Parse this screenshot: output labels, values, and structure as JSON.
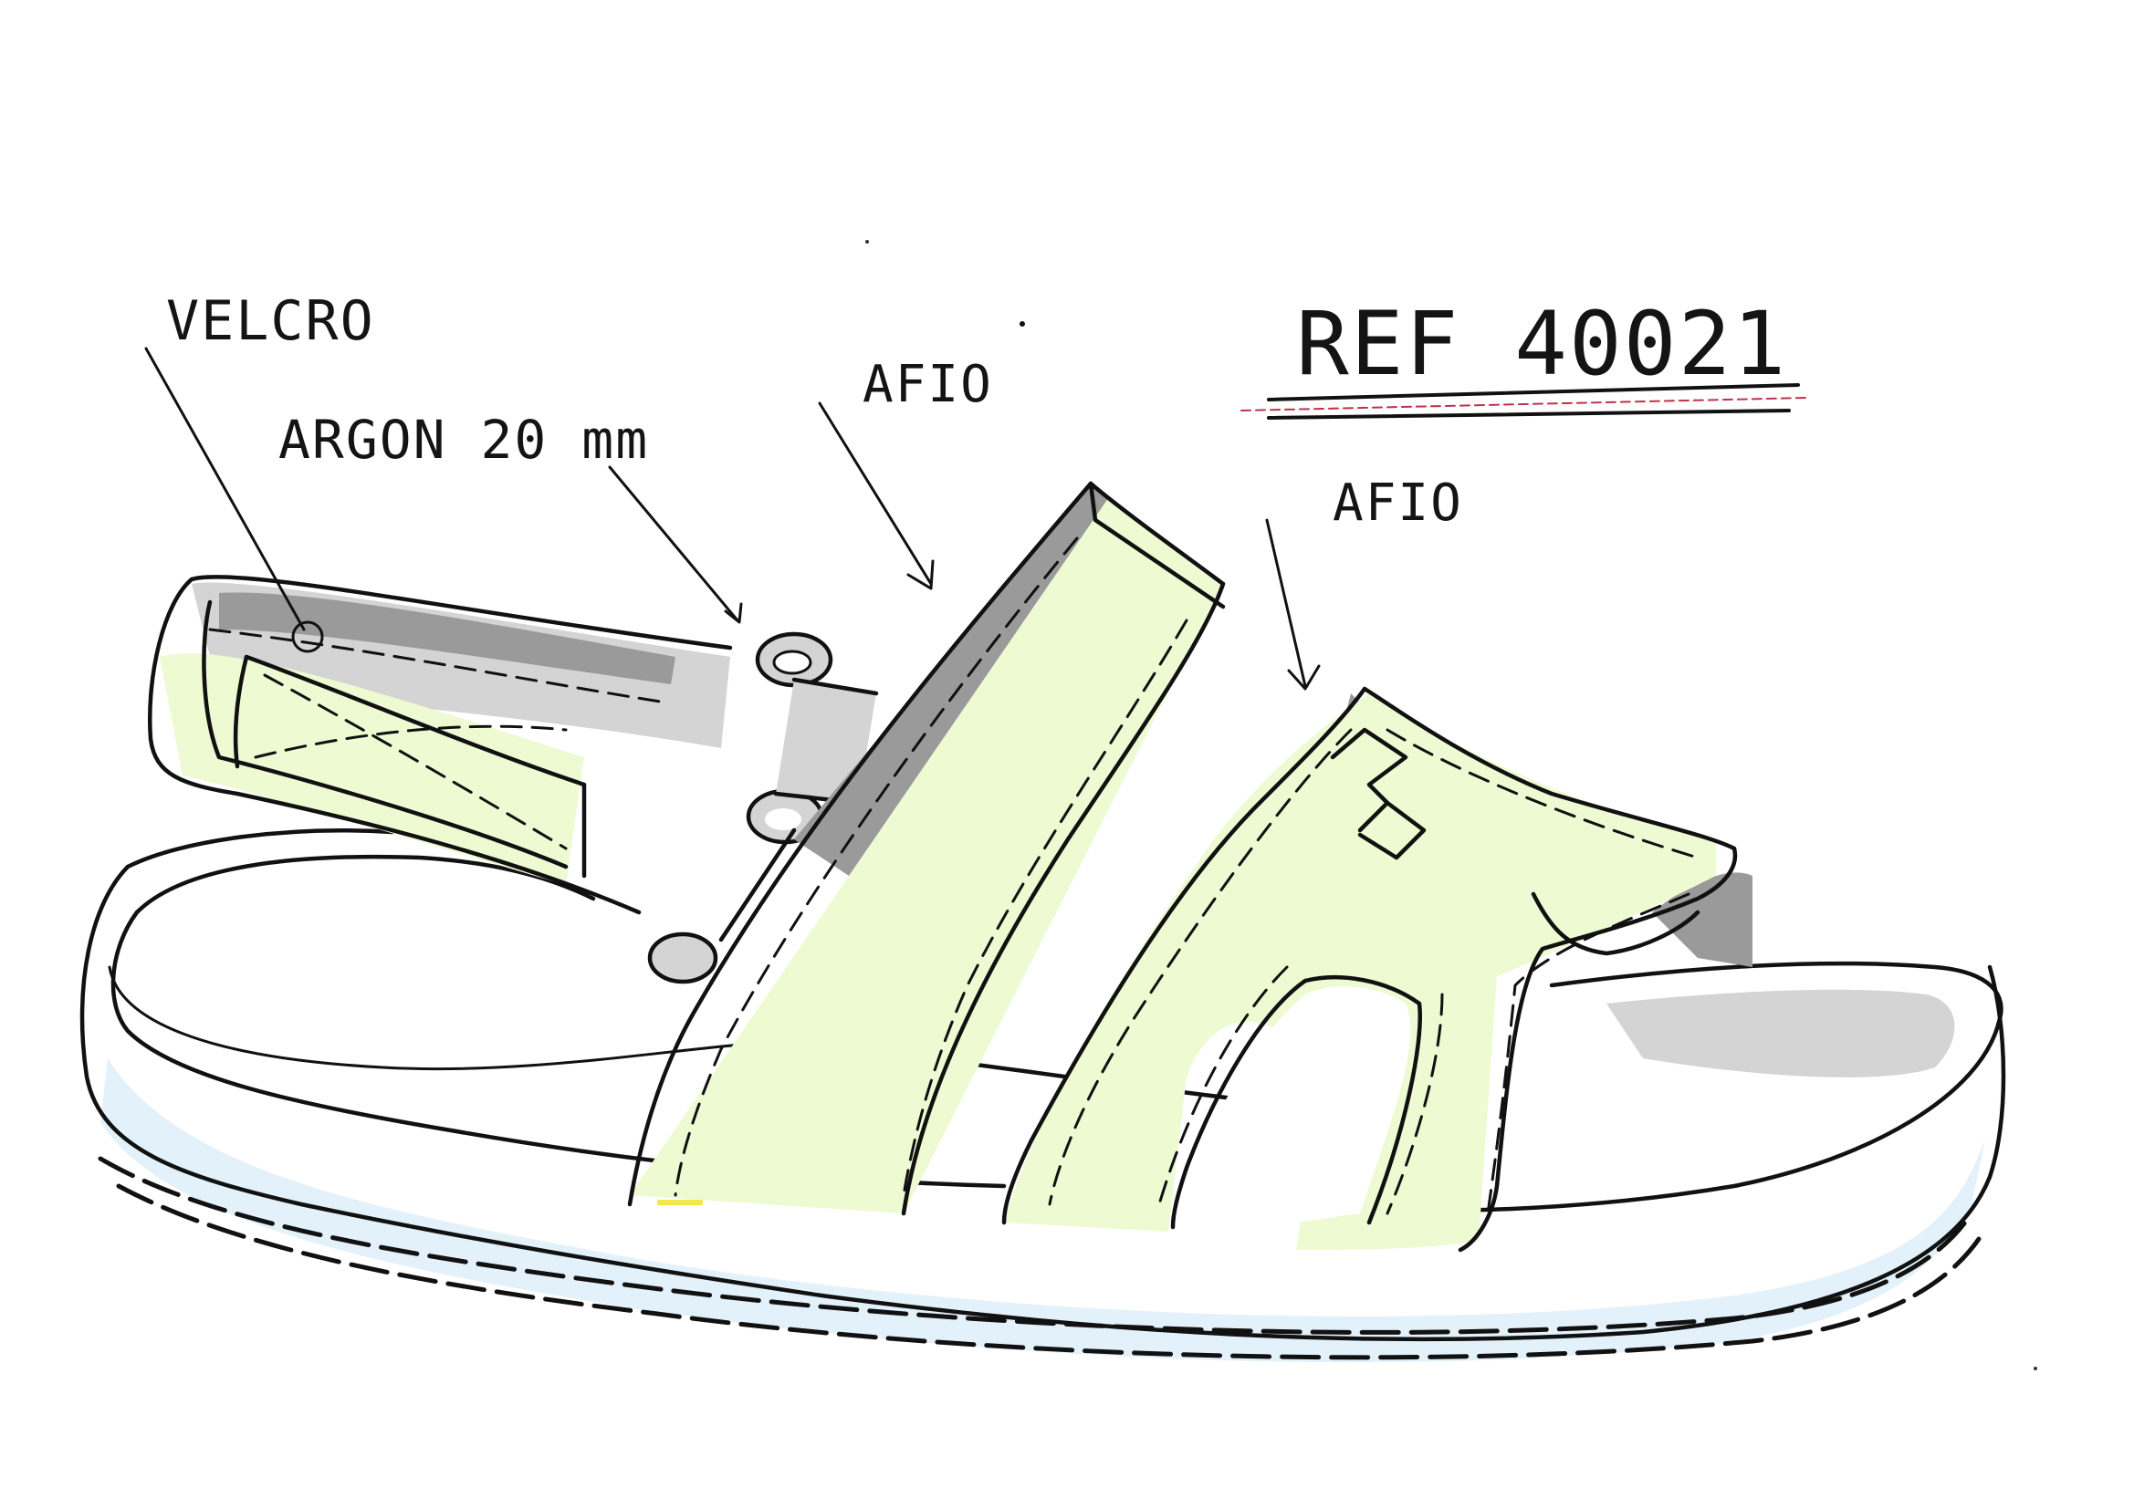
{
  "labels": {
    "velcro": "VELCRO",
    "argon": "ARGON 20 mm",
    "afio_upper": "AFIO",
    "afio_lower": "AFIO",
    "reference": "REF 40021"
  },
  "colors": {
    "ink": "#111111",
    "strap_fill": "#eefad2",
    "shade_dark": "#9a9a9a",
    "shade_light": "#d4d4d4",
    "sole_tint": "#e3f1fa",
    "underline_accent": "#c0304a"
  }
}
